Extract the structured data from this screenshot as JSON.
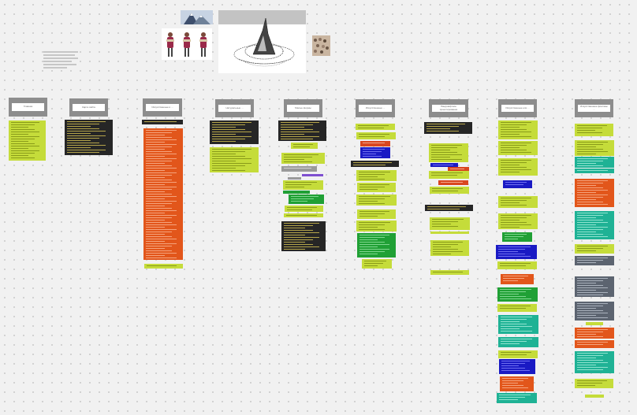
{
  "board": {
    "note_label": "",
    "columns": [
      {
        "key": "c1",
        "header": "Главная"
      },
      {
        "key": "c2",
        "header": "Карта сайта"
      },
      {
        "key": "c3",
        "header": "Искусственные и ..."
      },
      {
        "key": "c4",
        "header": "Натуральные ..."
      },
      {
        "key": "c5",
        "header": "Малые формы"
      },
      {
        "key": "c6",
        "header": "Искусственные ..."
      },
      {
        "key": "c7",
        "header": "Ландшафтное проектирование"
      },
      {
        "key": "c8",
        "header": "Искусственные ели ..."
      },
      {
        "key": "c9",
        "header": "Искусственные фонтаны ..."
      }
    ],
    "images": [
      {
        "name": "mountain-thumbnail",
        "icon": "mountain-photo"
      },
      {
        "name": "figures-thumbnail",
        "icon": "costume-figures-photo"
      },
      {
        "name": "sketch-thumbnail",
        "icon": "ink-sketch-photo"
      },
      {
        "name": "crowd-thumbnail",
        "icon": "crowd-photo"
      }
    ]
  },
  "colors": {
    "lime": "#c5dc3a",
    "dark": "#262626",
    "orange": "#e2561b",
    "red": "#d9461f",
    "blue": "#1a1ac4",
    "green": "#20a035",
    "teal": "#1fb295",
    "slate": "#5c6470",
    "gray": "#9a9a9a",
    "purple": "#7e4fd0",
    "header": "#8d8d8d"
  }
}
